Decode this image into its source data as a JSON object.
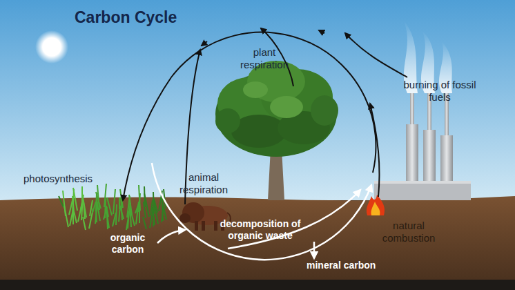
{
  "diagram": {
    "title": "Carbon Cycle",
    "labels": [
      "plant respiration",
      "burning of fossil fuels",
      "photosynthesis",
      "animal respiration",
      "organic carbon",
      "decomposition of organic waste",
      "natural combustion",
      "mineral carbon"
    ]
  }
}
